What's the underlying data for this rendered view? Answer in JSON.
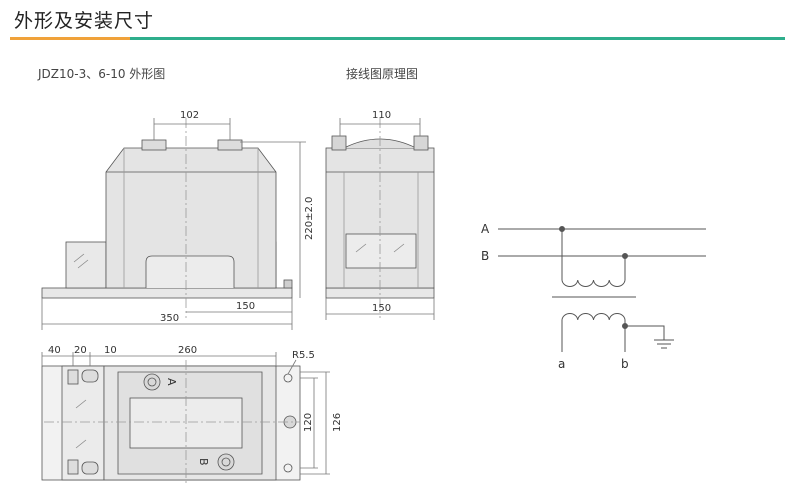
{
  "header": {
    "title": "外形及安装尺寸"
  },
  "captions": {
    "outline": "JDZ10-3、6-10 外形图",
    "wiring": "接线图原理图"
  },
  "front_view": {
    "dim_top": "102",
    "dim_height": "220±2.0",
    "dim_150": "150",
    "dim_350": "350"
  },
  "side_view": {
    "dim_top": "110",
    "dim_bottom": "150"
  },
  "plan_view": {
    "dim_40": "40",
    "dim_20": "20",
    "dim_10": "10",
    "dim_260": "260",
    "radius": "R5.5",
    "dim_120": "120",
    "dim_126": "126",
    "terminal_a": "A",
    "terminal_b": "B"
  },
  "wiring": {
    "A": "A",
    "B": "B",
    "a": "a",
    "b": "b"
  },
  "colors": {
    "accent_orange": "#f0a23a",
    "accent_green": "#2fae8c",
    "line": "#555555"
  }
}
